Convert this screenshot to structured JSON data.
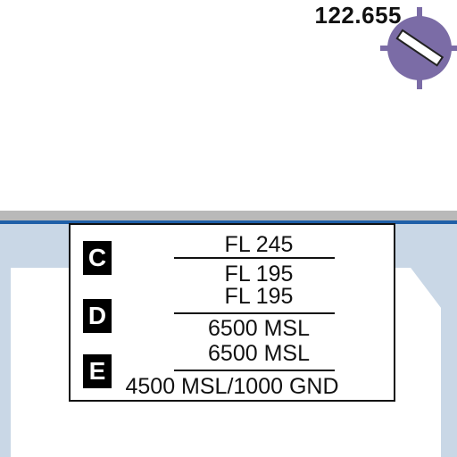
{
  "frequency": {
    "value": "122.655"
  },
  "navaid": {
    "icon": "vor-navaid-icon",
    "color": "#7b6ca6"
  },
  "airspace_legend": {
    "rows": [
      {
        "class": "C",
        "ceiling": "FL 245",
        "floor": "FL 195"
      },
      {
        "class": "D",
        "ceiling": "FL 195",
        "floor": "6500 MSL"
      },
      {
        "class": "E",
        "ceiling": "6500 MSL",
        "floor": "4500 MSL/1000 GND"
      }
    ]
  },
  "colors": {
    "boundary_blue": "#1f5fa8",
    "airspace_shade": "#c9d7e6",
    "boundary_gray": "#b9b9b9",
    "badge_black": "#000000"
  }
}
